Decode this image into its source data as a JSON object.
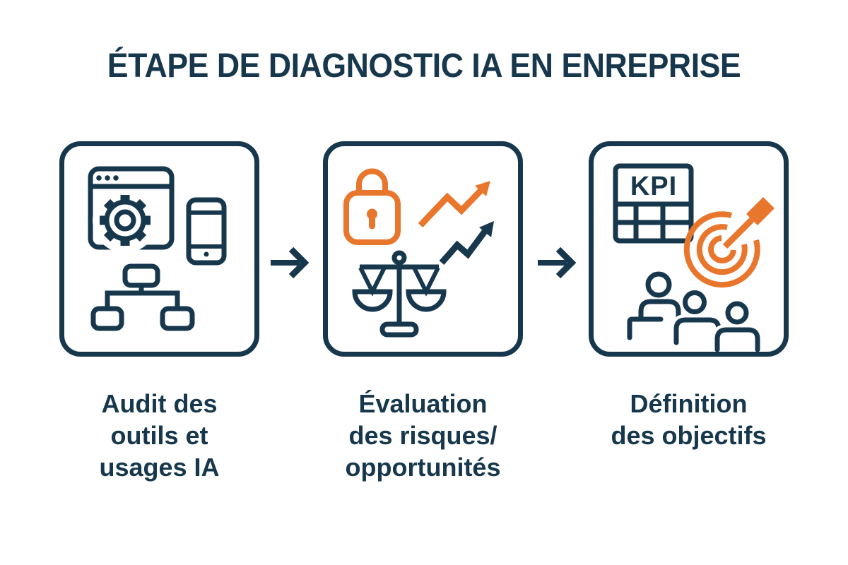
{
  "title": "ÉTAPE DE DIAGNOSTIC IA EN ENREPRISE",
  "colors": {
    "navy": "#17374D",
    "orange": "#E8762C",
    "background": "#FFFFFF"
  },
  "steps": [
    {
      "id": "audit",
      "label_lines": [
        "Audit des",
        "outils et",
        "usages IA"
      ],
      "icons": [
        "browser-window-icon",
        "gear-icon",
        "smartphone-icon",
        "org-chart-icon"
      ]
    },
    {
      "id": "evaluation",
      "label_lines": [
        "Évaluation",
        "des risques/",
        "opportunités"
      ],
      "icons": [
        "padlock-icon",
        "growth-arrow-orange-icon",
        "growth-arrow-navy-icon",
        "balance-scale-icon"
      ]
    },
    {
      "id": "objectifs",
      "label_lines": [
        "Définition",
        "des objectifs"
      ],
      "icons": [
        "kpi-table-icon",
        "target-arrow-icon",
        "team-icon"
      ],
      "kpi_label": "KPI"
    }
  ],
  "connectors": [
    {
      "icon": "arrow-right-icon"
    },
    {
      "icon": "arrow-right-icon"
    }
  ]
}
